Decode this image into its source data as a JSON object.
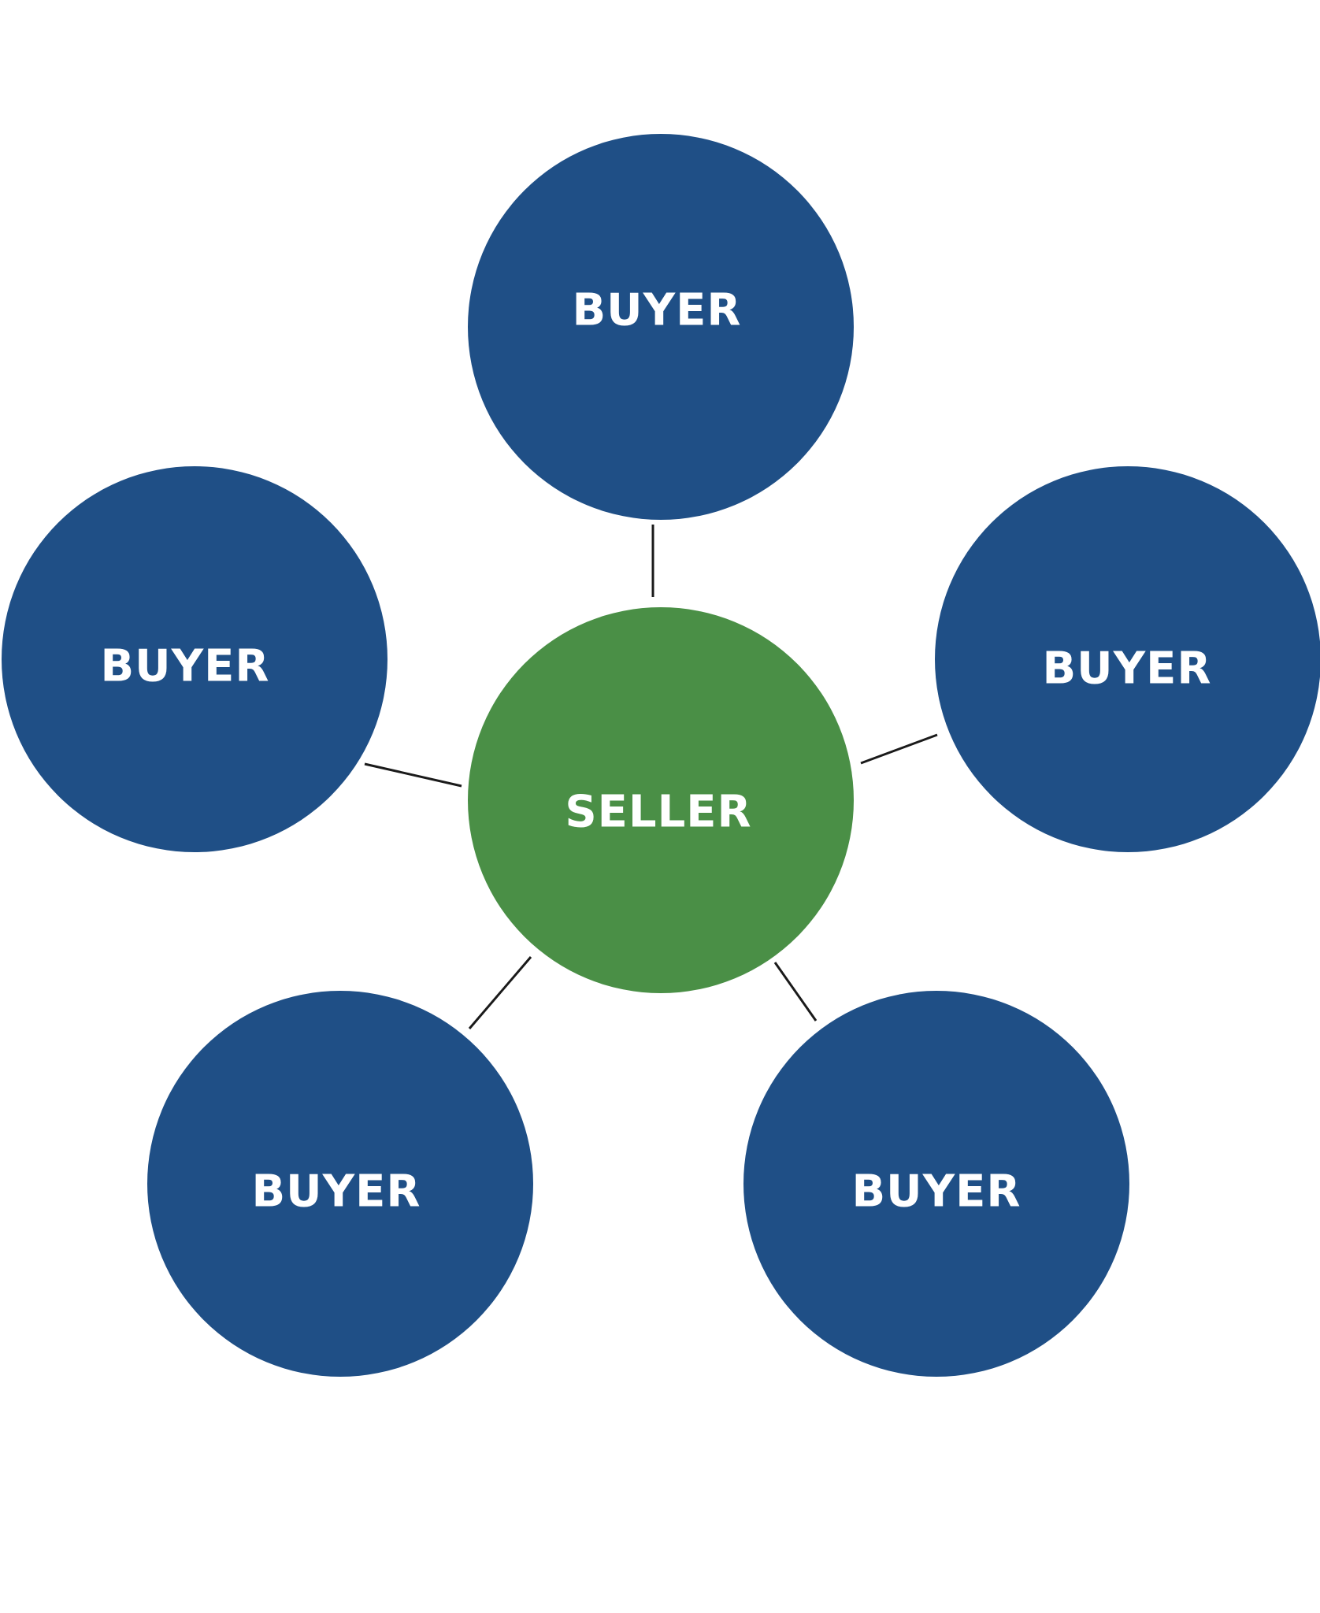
{
  "diagram": {
    "center": {
      "label": "SELLER",
      "color": "#4a8f46"
    },
    "buyers": [
      {
        "label": "BUYER"
      },
      {
        "label": "BUYER"
      },
      {
        "label": "BUYER"
      },
      {
        "label": "BUYER"
      },
      {
        "label": "BUYER"
      }
    ],
    "buyer_color": "#1f4f86",
    "connector_color": "#1a1a1a"
  }
}
